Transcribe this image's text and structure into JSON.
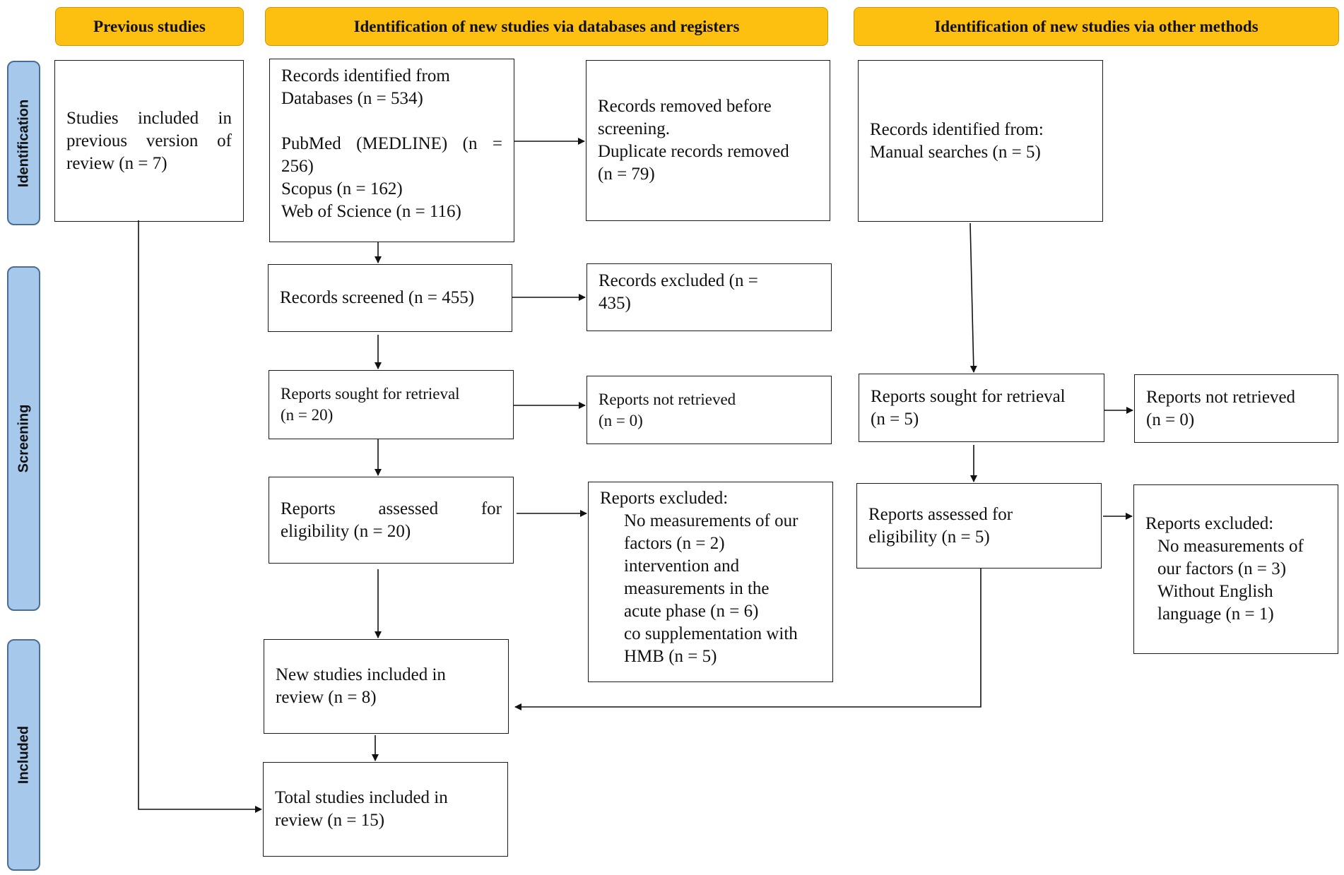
{
  "headers": {
    "previous": "Previous studies",
    "databases": "Identification of new studies via databases and registers",
    "other": "Identification of new studies via other methods"
  },
  "phases": {
    "identification": "Identification",
    "screening": "Screening",
    "included": "Included"
  },
  "previous": {
    "included": [
      "Studies included in",
      "previous version of",
      "review (n = 7)"
    ]
  },
  "databases": {
    "identified": {
      "line1": "Records identified from",
      "line2": "Databases (n = 534)",
      "line3a": "PubMed (MEDLINE) (n =",
      "line3b": "256)",
      "line4": "Scopus (n = 162)",
      "line5": "Web of Science (n = 116)"
    },
    "removed": [
      "Records removed before",
      "screening.",
      "Duplicate records removed",
      "(n = 79)"
    ],
    "screened": "Records screened (n = 455)",
    "excluded": [
      "Records excluded (n =",
      "435)"
    ],
    "sought": [
      "Reports sought for retrieval",
      "(n = 20)"
    ],
    "not_retrieved": [
      "Reports not retrieved",
      "(n = 0)"
    ],
    "assessed": [
      "Reports assessed for",
      "eligibility (n = 20)"
    ],
    "reports_excluded": {
      "title": "Reports excluded:",
      "reasons": [
        "No measurements of our",
        "factors (n = 2)",
        "intervention and",
        "measurements in the",
        "acute phase (n = 6)",
        "co supplementation with",
        "HMB (n = 5)"
      ]
    },
    "new_included": [
      "New studies included in",
      "review (n = 8)"
    ],
    "total_included": [
      "Total studies included in",
      "review (n = 15)"
    ]
  },
  "other": {
    "identified": [
      "Records identified from:",
      "Manual searches (n = 5)"
    ],
    "sought": [
      "Reports sought for retrieval",
      "(n = 5)"
    ],
    "not_retrieved": [
      "Reports not retrieved",
      "(n = 0)"
    ],
    "assessed": [
      "Reports assessed for",
      "eligibility (n = 5)"
    ],
    "reports_excluded": {
      "title": "Reports excluded:",
      "reasons": [
        "No measurements of",
        "our factors (n = 3)",
        "Without English",
        "language (n = 1)"
      ]
    }
  }
}
